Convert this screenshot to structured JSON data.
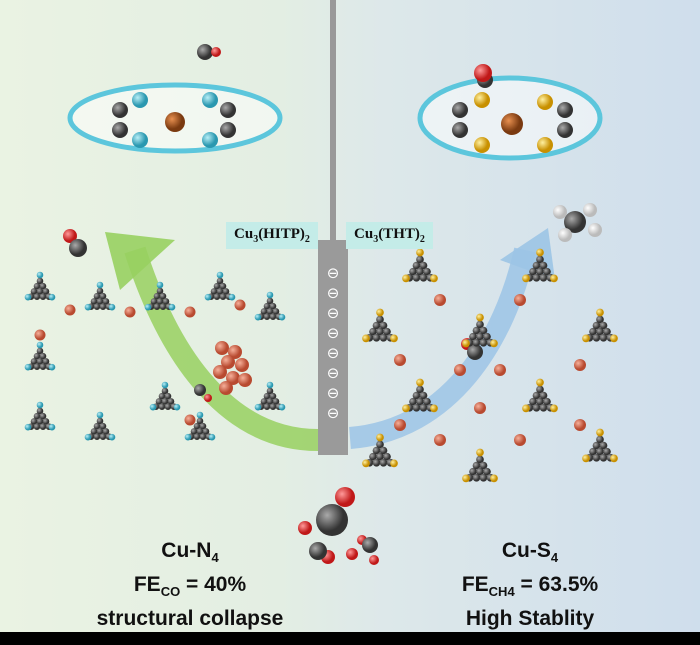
{
  "labels": {
    "left_material": {
      "base": "Cu",
      "sub1": "3",
      "mid": "(HITP)",
      "sub2": "2"
    },
    "right_material": {
      "base": "Cu",
      "sub1": "3",
      "mid": "(THT)",
      "sub2": "2"
    }
  },
  "electrode": {
    "symbol": "⊖",
    "count": 8
  },
  "left_caption": {
    "line1_base": "Cu-N",
    "line1_sub": "4",
    "line2_base": "FE",
    "line2_sub": "CO",
    "line2_rest": " = 40%",
    "line3": "structural collapse"
  },
  "right_caption": {
    "line1_base": "Cu-S",
    "line1_sub": "4",
    "line2_base": "FE",
    "line2_sub": "CH4",
    "line2_rest": " = 63.5%",
    "line3": "High Stablity"
  },
  "colors": {
    "carbon": "#555555",
    "oxygen": "#e03030",
    "copper": "#d86a50",
    "nitrogen": "#3fb4c8",
    "sulfur": "#e8b820",
    "hydrogen": "#f4f4f4",
    "arrow_left": "#98d060",
    "arrow_right": "#9cc4e6",
    "tag_bg": "#c4ece8"
  }
}
